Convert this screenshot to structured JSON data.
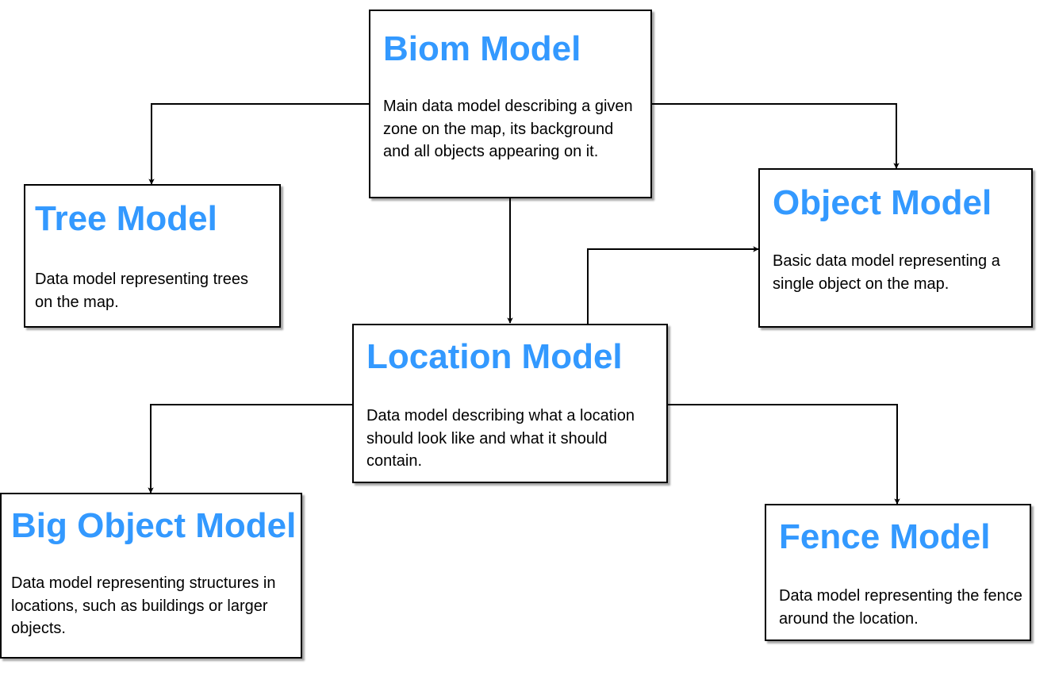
{
  "diagram": {
    "accent_color": "#3399ff",
    "line_color": "#000000",
    "nodes": {
      "biom": {
        "title": "Biom Model",
        "description": "Main data model describing a given zone on the map, its background and all objects appearing on it."
      },
      "tree": {
        "title": "Tree Model",
        "description": "Data model representing trees on the map."
      },
      "object": {
        "title": "Object Model",
        "description": "Basic data model representing a single object on the map."
      },
      "location": {
        "title": "Location Model",
        "description": "Data model describing what a location should look like and what it should contain."
      },
      "big_object": {
        "title": "Big Object Model",
        "description": "Data model representing structures in locations, such as buildings or larger objects."
      },
      "fence": {
        "title": "Fence Model",
        "description": "Data model representing the fence around the location."
      }
    },
    "edges": [
      {
        "from": "Biom Model",
        "to": "Tree Model"
      },
      {
        "from": "Biom Model",
        "to": "Object Model"
      },
      {
        "from": "Biom Model",
        "to": "Location Model"
      },
      {
        "from": "Location Model",
        "to": "Object Model"
      },
      {
        "from": "Location Model",
        "to": "Big Object Model"
      },
      {
        "from": "Location Model",
        "to": "Fence Model"
      }
    ]
  }
}
